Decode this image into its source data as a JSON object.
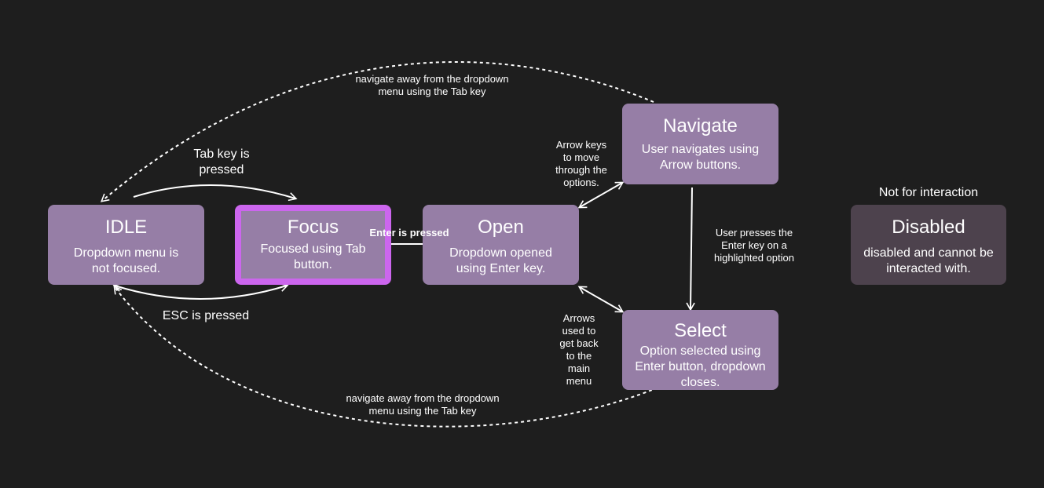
{
  "states": {
    "idle": {
      "title": "IDLE",
      "desc": "Dropdown menu is\nnot focused."
    },
    "focus": {
      "title": "Focus",
      "desc": "Focused using Tab\nbutton."
    },
    "open": {
      "title": "Open",
      "desc": "Dropdown opened\nusing Enter key."
    },
    "navigate": {
      "title": "Navigate",
      "desc": "User navigates using\nArrow buttons."
    },
    "select": {
      "title": "Select",
      "desc": "Option selected using\nEnter button, dropdown\ncloses."
    },
    "disabled": {
      "title": "Disabled",
      "desc": "disabled and cannot be\ninteracted with."
    }
  },
  "labels": {
    "tab_key": "Tab key is\npressed",
    "esc": "ESC is pressed",
    "enter": "Enter is pressed",
    "nav_away_top": "navigate away from the dropdown\nmenu using the Tab key",
    "nav_away_bottom": "navigate away from the dropdown\nmenu using the Tab key",
    "arrow_keys": "Arrow keys\nto move\nthrough the\noptions.",
    "arrows_back": "Arrows\nused to\nget back\nto the\nmain\nmenu",
    "enter_highlight": "User presses the\nEnter key on a\nhighlighted option",
    "not_for_interaction": "Not for interaction"
  },
  "colors": {
    "background": "#1e1e1e",
    "state_fill": "#967ea6",
    "focus_border": "#cc66ee",
    "disabled_fill": "#4d424d",
    "line": "#ffffff"
  }
}
